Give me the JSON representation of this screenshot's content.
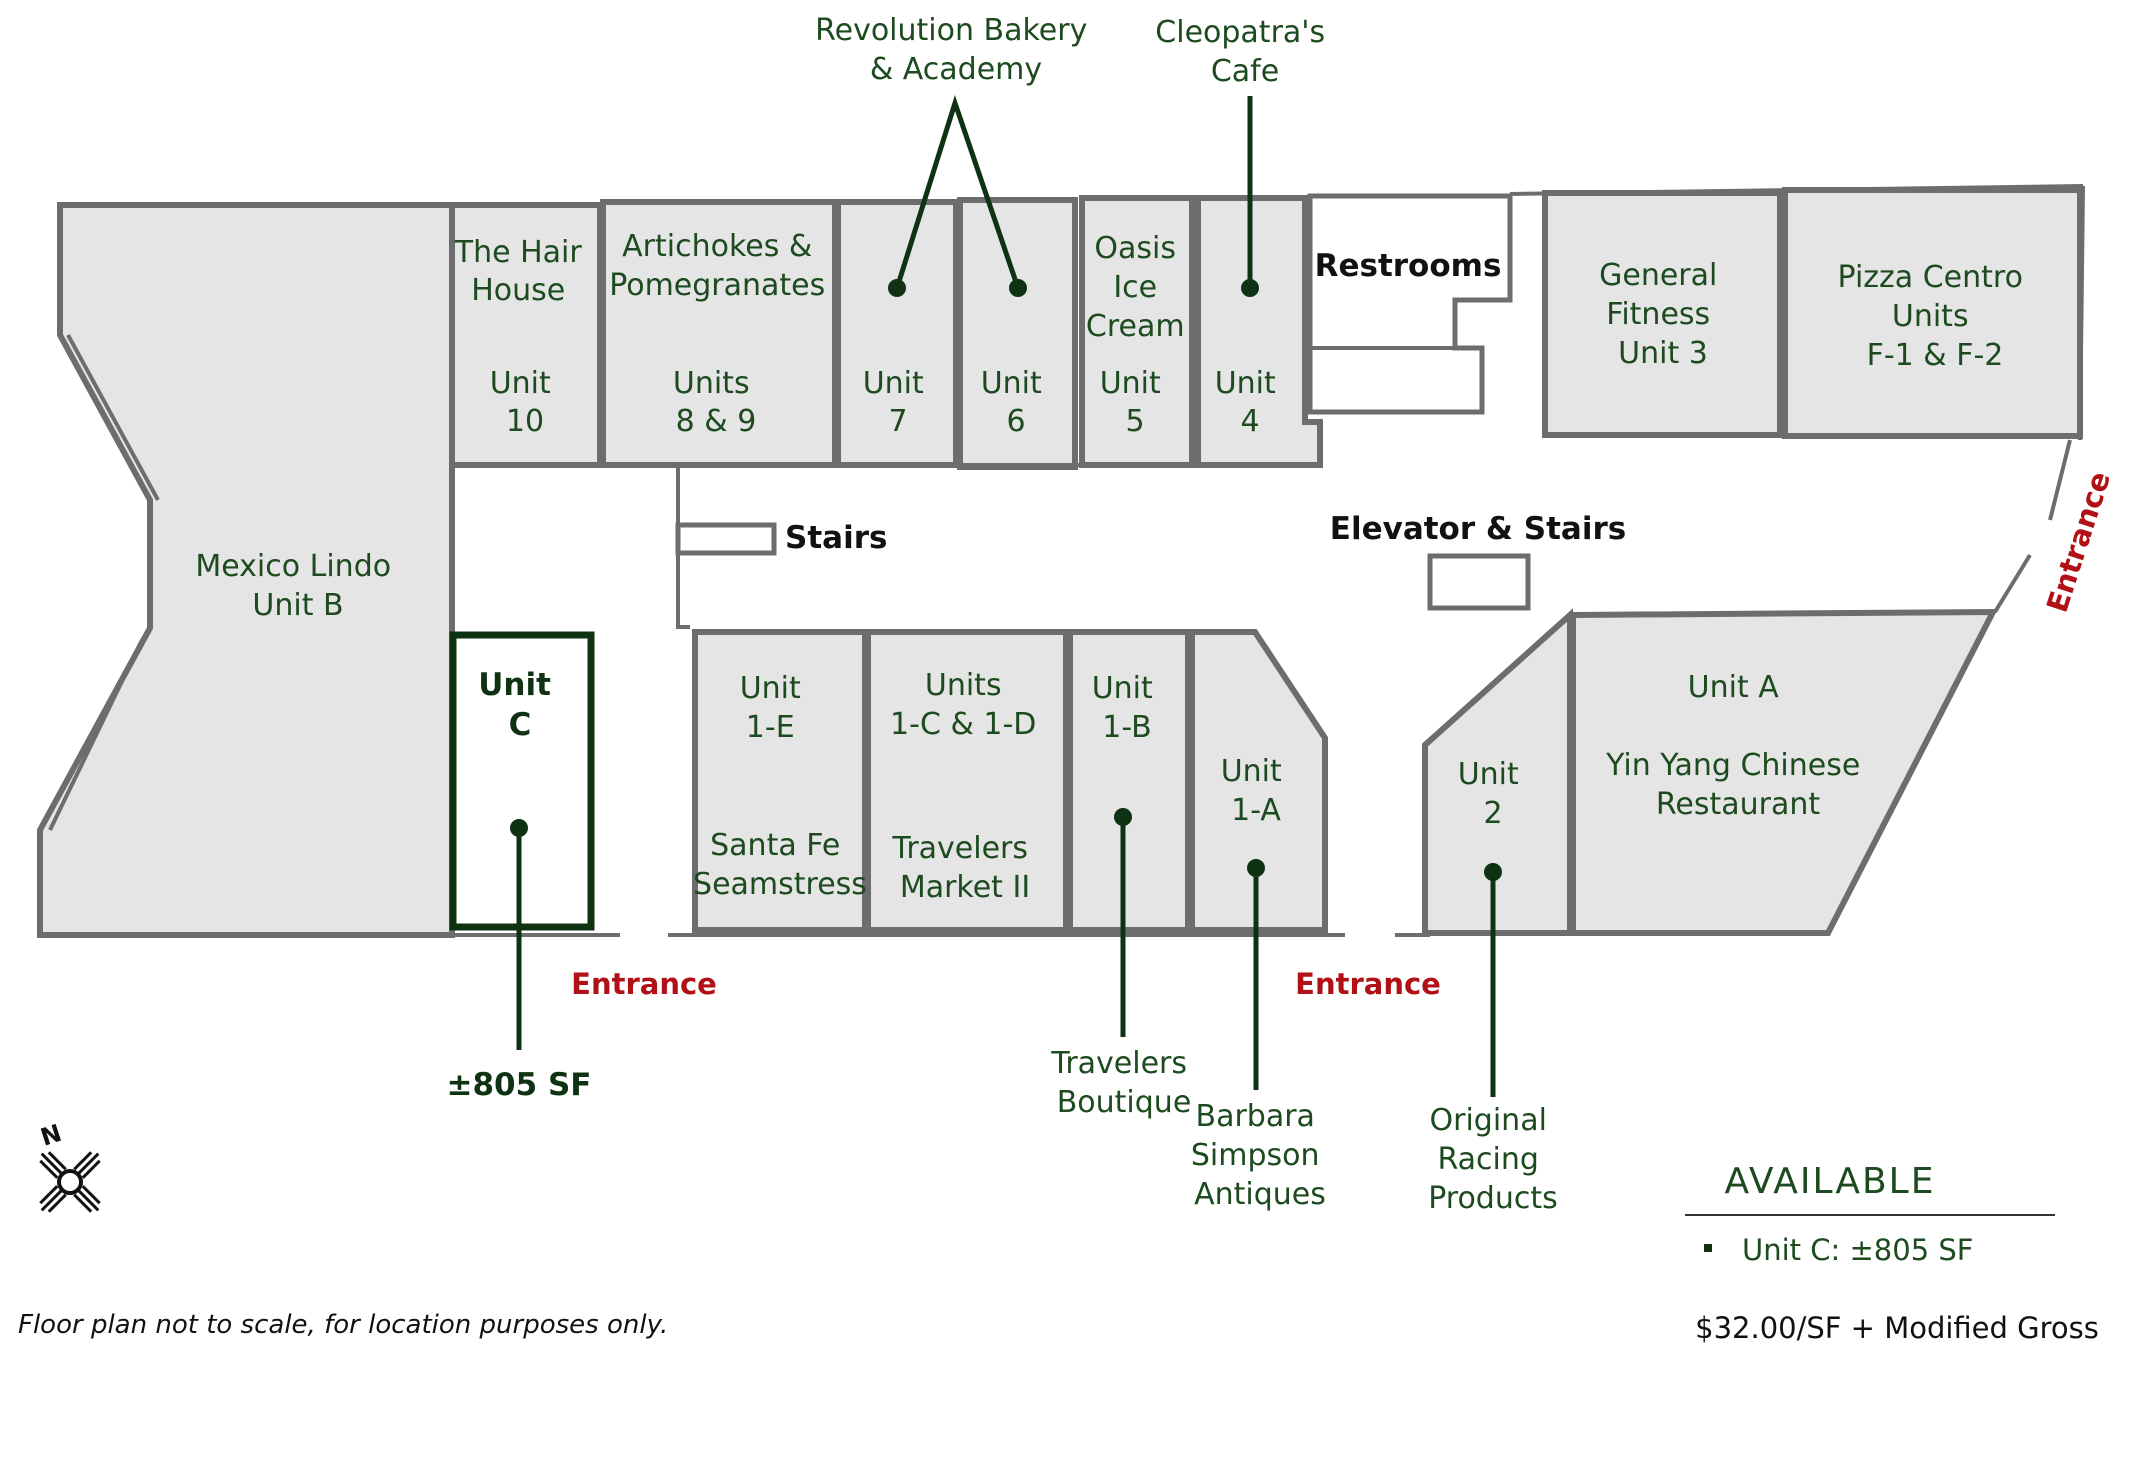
{
  "units": {
    "hair_house": [
      "The Hair",
      "House",
      "",
      "Unit",
      "10"
    ],
    "artichokes": [
      "Artichokes &",
      "Pomegranates",
      "",
      "Units",
      "8 & 9"
    ],
    "unit7": [
      "Unit",
      "7"
    ],
    "unit6": [
      "Unit",
      "6"
    ],
    "oasis": [
      "Oasis",
      "Ice",
      "Cream",
      "Unit",
      "5"
    ],
    "unit4": [
      "Unit",
      "4"
    ],
    "restrooms": "Restrooms",
    "general_fitness": [
      "General",
      "Fitness",
      "Unit 3"
    ],
    "pizza_centro": [
      "Pizza Centro",
      "Units",
      "F-1 & F-2"
    ],
    "mexico_lindo": [
      "Mexico Lindo",
      "Unit B"
    ],
    "unit_c": [
      "Unit",
      "C"
    ],
    "unit_1e": [
      "Unit",
      "1-E",
      "",
      "Santa Fe",
      "Seamstress"
    ],
    "unit_1cd": [
      "Units",
      "1-C & 1-D",
      "",
      "Travelers",
      "Market II"
    ],
    "unit_1b": [
      "Unit",
      "1-B"
    ],
    "unit_1a": [
      "Unit",
      "1-A"
    ],
    "unit_2": [
      "Unit",
      "2"
    ],
    "unit_a": [
      "Unit A",
      "",
      "Yin Yang Chinese",
      "Restaurant"
    ]
  },
  "callouts": {
    "revolution_bakery": [
      "Revolution Bakery",
      "& Academy"
    ],
    "cleopatras": [
      "Cleopatra's",
      "Cafe"
    ],
    "travelers_boutique": [
      "Travelers",
      "Boutique"
    ],
    "barbara_simpson": [
      "Barbara",
      "Simpson",
      "Antiques"
    ],
    "original_racing": [
      "Original",
      "Racing",
      "Products"
    ],
    "unit_c_size": "±805 SF"
  },
  "labels": {
    "stairs": "Stairs",
    "elevator_stairs": "Elevator & Stairs",
    "entrance": "Entrance",
    "compass_n": "N"
  },
  "legend": {
    "title": "AVAILABLE",
    "items": [
      "Unit C: ±805 SF"
    ],
    "price": "$32.00/SF + Modified Gross"
  },
  "note": "Floor plan not to scale, for location purposes only.",
  "colors": {
    "unit_fill": "#e5e5e5",
    "wall": "#6d6d6d",
    "text_green": "#1d4a1f",
    "highlight_green": "#0e3212",
    "entrance_red": "#b01016"
  }
}
